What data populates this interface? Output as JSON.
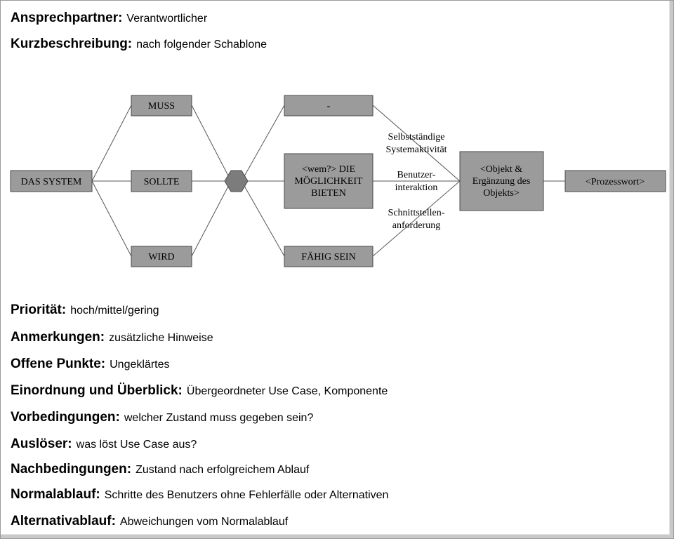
{
  "fields": [
    {
      "label": "Ansprechpartner:",
      "value": "Verantwortlicher"
    },
    {
      "label": "Kurzbeschreibung:",
      "value": "nach folgender Schablone"
    },
    {
      "label": "Priorität:",
      "value": "hoch/mittel/gering"
    },
    {
      "label": "Anmerkungen:",
      "value": "zusätzliche Hinweise"
    },
    {
      "label": "Offene Punkte:",
      "value": "Ungeklärtes"
    },
    {
      "label": "Einordnung und Überblick:",
      "value": "Übergeordneter Use Case, Komponente"
    },
    {
      "label": "Vorbedingungen:",
      "value": "welcher Zustand muss gegeben sein?"
    },
    {
      "label": "Auslöser:",
      "value": "was löst Use Case aus?"
    },
    {
      "label": "Nachbedingungen:",
      "value": "Zustand nach erfolgreichem Ablauf"
    },
    {
      "label": "Normalablauf:",
      "value": "Schritte des Benutzers ohne Fehlerfälle oder Alternativen"
    },
    {
      "label": "Alternativablauf:",
      "value": "Abweichungen vom Normalablauf"
    }
  ],
  "diagram": {
    "system": "DAS SYSTEM",
    "modal": [
      "MUSS",
      "SOLLTE",
      "WIRD"
    ],
    "types": {
      "none": "-",
      "user_line1": "<wem?> DIE",
      "user_line2": "MÖGLICHKEIT",
      "user_line3": "BIETEN",
      "capable": "FÄHIG SEIN"
    },
    "edge_labels": {
      "autonomous_line1": "Selbstständige",
      "autonomous_line2": "Systemaktivität",
      "user_line1": "Benutzer-",
      "user_line2": "interaktion",
      "interface_line1": "Schnittstellen-",
      "interface_line2": "anforderung"
    },
    "object_line1": "<Objekt &",
    "object_line2": "Ergänzung des",
    "object_line3": "Objekts>",
    "process_word": "<Prozesswort>"
  }
}
